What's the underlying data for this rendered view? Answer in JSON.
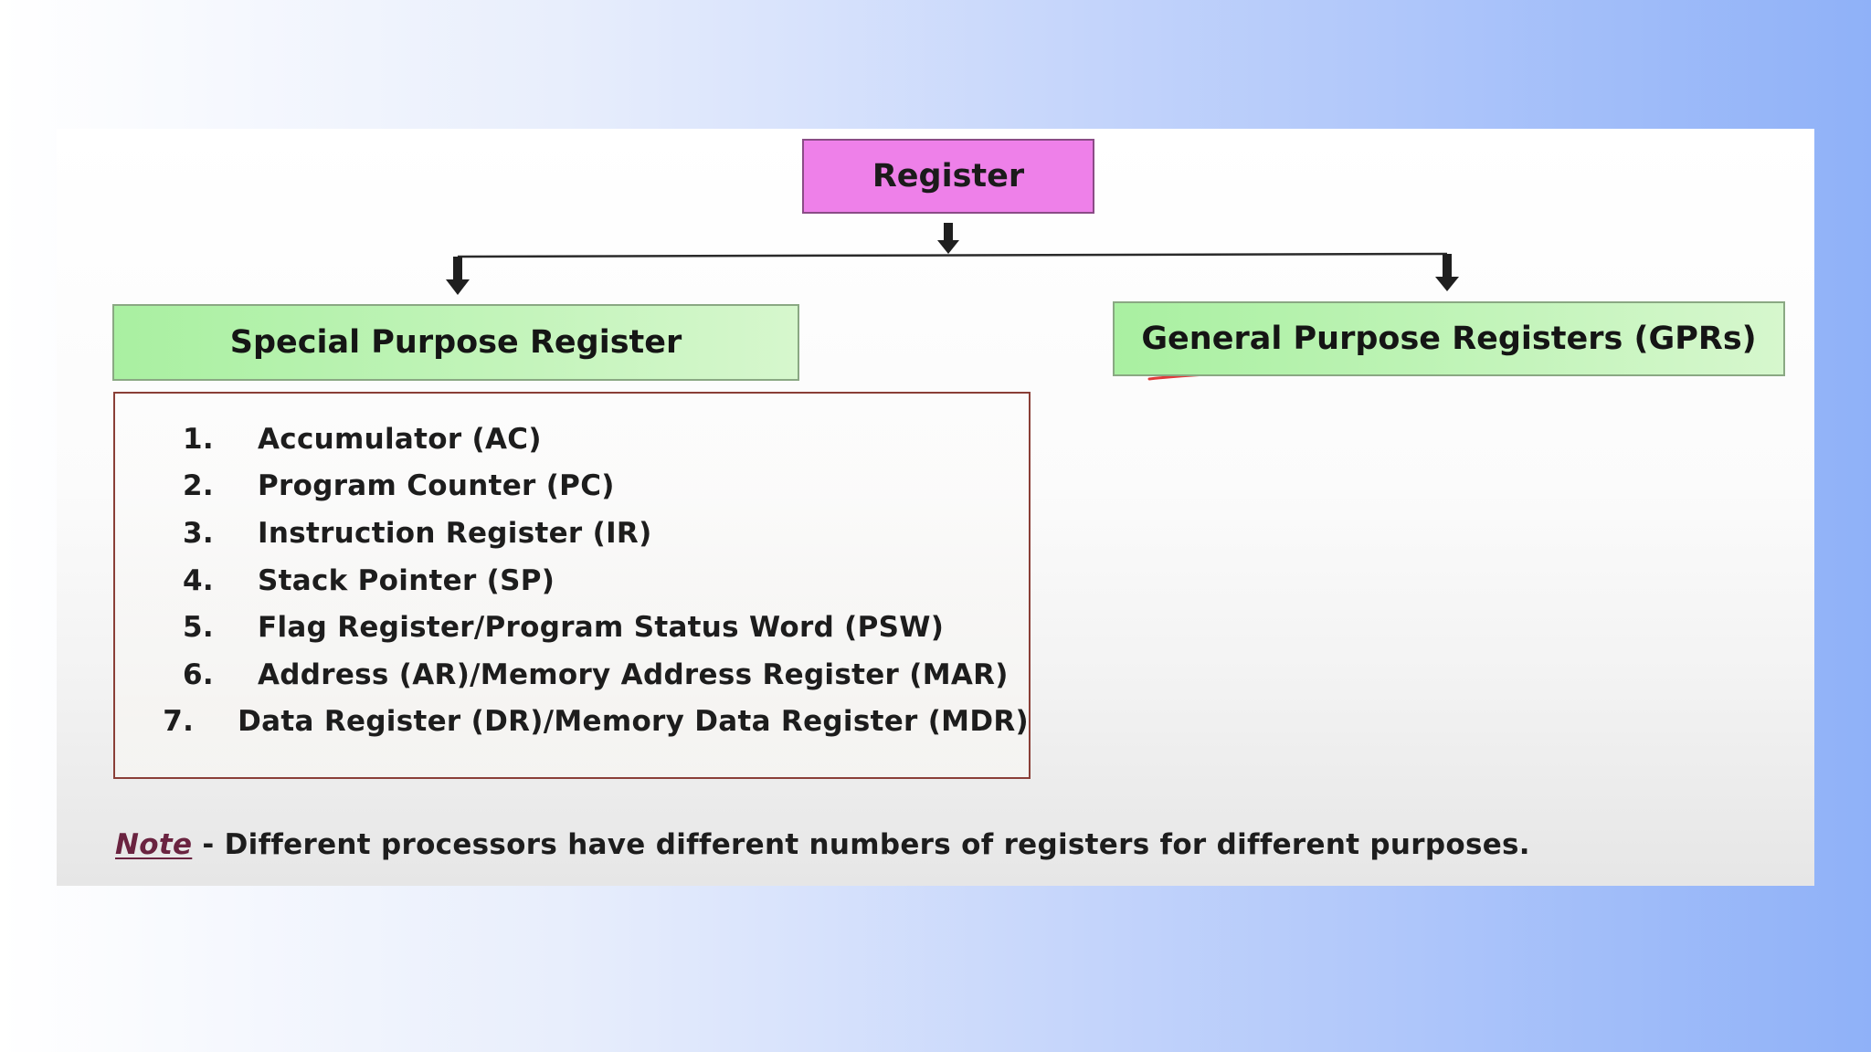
{
  "diagram": {
    "root": "Register",
    "left_branch": "Special Purpose Register",
    "right_branch": "General Purpose Registers (GPRs)",
    "special_registers": [
      {
        "num": "1",
        "text": "Accumulator (AC)"
      },
      {
        "num": "2",
        "text": "Program Counter (PC)"
      },
      {
        "num": "3",
        "text": "Instruction Register (IR)"
      },
      {
        "num": "4",
        "text": "Stack Pointer (SP)"
      },
      {
        "num": "5",
        "text": "Flag Register/Program Status Word (PSW)"
      },
      {
        "num": "6",
        "text": "Address (AR)/Memory Address Register (MAR)"
      },
      {
        "num": "7",
        "text": "Data Register (DR)/Memory Data Register (MDR)"
      }
    ],
    "note_label": "Note",
    "note_text": " - Different processors have different numbers of registers for different purposes."
  },
  "colors": {
    "root_fill": "#ee80e9",
    "branch_fill": "#a9f0a1",
    "highlight_underline": "#e03a3a",
    "list_border": "#8a3f37"
  }
}
